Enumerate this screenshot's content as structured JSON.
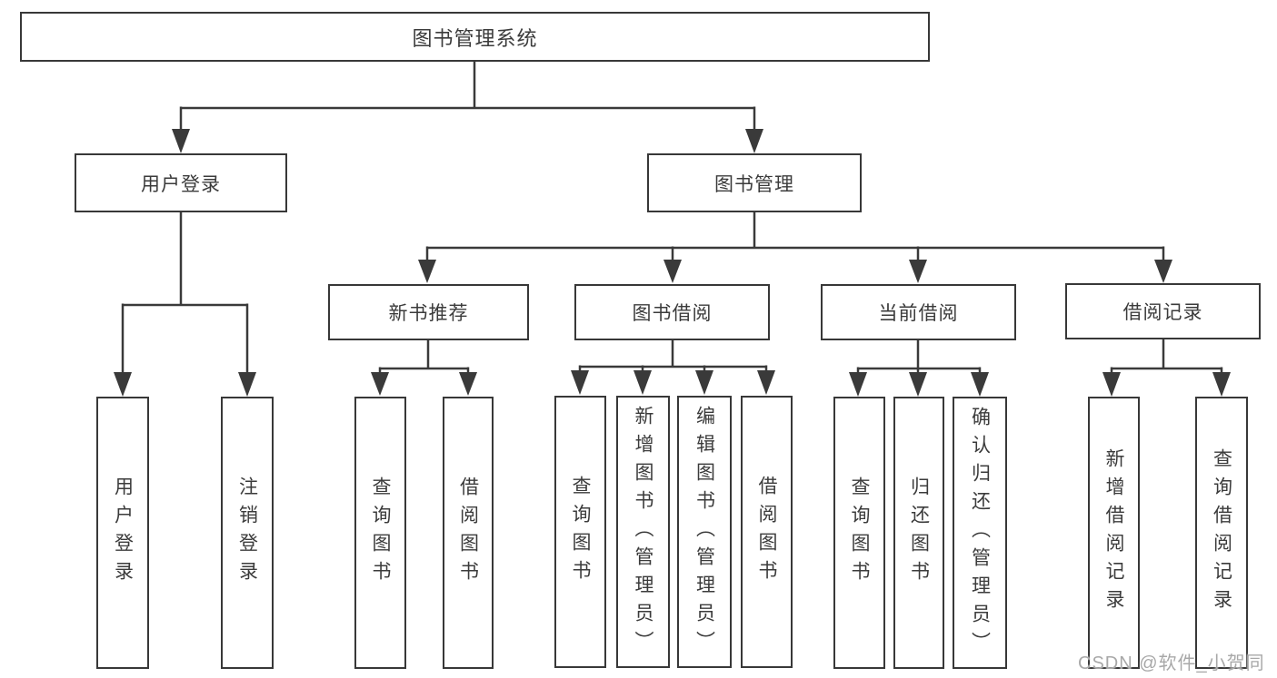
{
  "colors": {
    "line": "#3a3a3a",
    "border": "#383838",
    "text": "#3b3b3b",
    "background": "#ffffff",
    "watermark": "#a8a8a8"
  },
  "watermark": "CSDN @软件_小贺同学",
  "tree": {
    "root": {
      "label": "图书管理系统"
    },
    "level2": [
      {
        "label": "用户登录",
        "children": [
          {
            "label": "用户登录"
          },
          {
            "label": "注销登录"
          }
        ]
      },
      {
        "label": "图书管理",
        "children": [
          {
            "label": "新书推荐",
            "children": [
              {
                "label": "查询图书"
              },
              {
                "label": "借阅图书"
              }
            ]
          },
          {
            "label": "图书借阅",
            "children": [
              {
                "label": "查询图书"
              },
              {
                "label": "新增图书（管理员）"
              },
              {
                "label": "编辑图书（管理员）"
              },
              {
                "label": "借阅图书"
              }
            ]
          },
          {
            "label": "当前借阅",
            "children": [
              {
                "label": "查询图书"
              },
              {
                "label": "归还图书"
              },
              {
                "label": "确认归还（管理员）"
              }
            ]
          },
          {
            "label": "借阅记录",
            "children": [
              {
                "label": "新增借阅记录"
              },
              {
                "label": "查询借阅记录"
              }
            ]
          }
        ]
      }
    ]
  }
}
